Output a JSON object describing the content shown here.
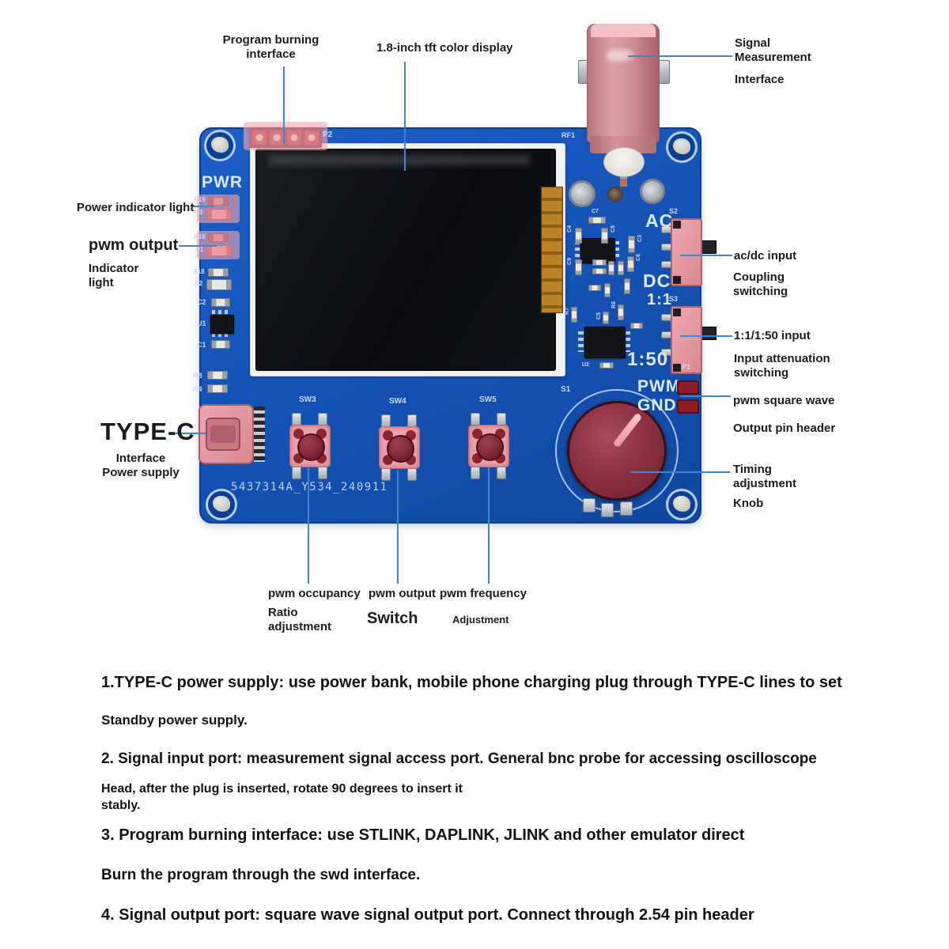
{
  "callouts": {
    "program_burning": [
      "Program burning",
      "interface"
    ],
    "display": "1.8-inch tft color display",
    "signal": [
      "Signal",
      "Measurement",
      "Interface"
    ],
    "power_indicator": "Power indicator light",
    "pwm_output": "pwm output",
    "indicator_light": [
      "Indicator",
      "light"
    ],
    "acdc_input": "ac/dc input",
    "coupling": [
      "Coupling",
      "switching"
    ],
    "attenuation_input": "1:1/1:50 input",
    "attenuation": [
      "Input attenuation",
      "switching"
    ],
    "pwm_square_wave": "pwm square wave",
    "output_pin_header": "Output pin header",
    "timing": [
      "Timing",
      "adjustment"
    ],
    "knob": "Knob",
    "type_c": "TYPE-C",
    "type_c_sub": [
      "Interface",
      "Power supply"
    ],
    "occupancy": [
      "pwm occupancy",
      "Ratio",
      "adjustment"
    ],
    "pwm_switch": [
      "pwm output",
      "Switch"
    ],
    "pwm_frequency": [
      "pwm frequency",
      "Adjustment"
    ]
  },
  "board": {
    "silkscreen": {
      "pwr": "PWR",
      "ac": "AC",
      "dc": "DC",
      "ratio_1_1": "1:1",
      "ratio_1_50": "1:50",
      "pwm": "PWM",
      "gnd": "GND"
    },
    "serial": "5437314A_Y534_240911",
    "refs": {
      "p2": "P2",
      "rf1": "RF1",
      "s1": "S1",
      "s2": "S2",
      "s3": "S3",
      "p1": "P1",
      "u1": "U1",
      "u2": "U2",
      "sw3": "SW3",
      "sw4": "SW4",
      "sw5": "SW5",
      "r19": "R19",
      "d3": "D3",
      "r16": "R16",
      "d1": "D1",
      "r18": "R18",
      "d2": "D2",
      "c2": "C2",
      "c1": "C1",
      "r8": "R8",
      "r4": "R4",
      "c4": "C4",
      "c7": "C7",
      "c8": "C8",
      "c3": "C3",
      "c9": "C9",
      "c6": "C6",
      "r6": "R6",
      "r7": "R7",
      "c5": "C5"
    }
  },
  "notes": [
    "1.TYPE-C power supply: use power bank, mobile phone charging plug through TYPE-C lines to set",
    "Standby power supply.",
    "2. Signal input port: measurement signal access port. General bnc probe for accessing oscilloscope",
    "Head, after the plug is inserted, rotate 90 degrees to insert it",
    "stably.",
    "3. Program burning interface: use STLINK, DAPLINK, JLINK and other emulator direct",
    "Burn the program through the swd interface.",
    "4. Signal output port: square wave signal output port. Connect through 2.54 pin header"
  ],
  "colors": {
    "pcb_blue": "#1553b8",
    "highlight_pink": "#f2a7ae",
    "leader_blue": "#3f86d2",
    "knob_red": "#8c3242",
    "silkscreen": "#dce8fb"
  }
}
